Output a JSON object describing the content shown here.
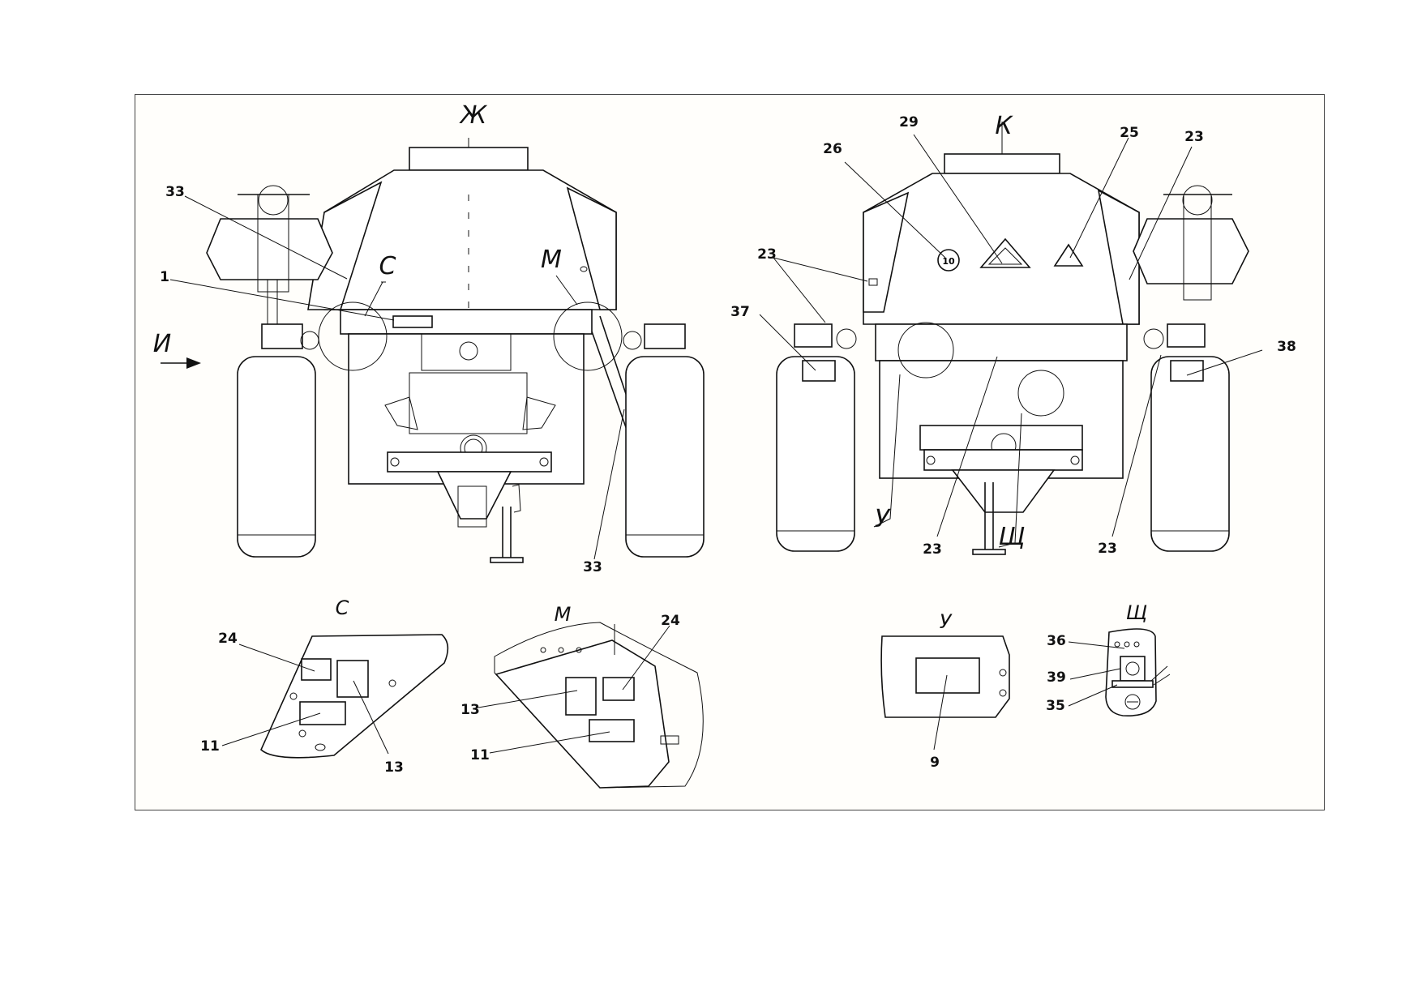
{
  "view_letters": {
    "zh": "Ж",
    "k": "К",
    "i": "И",
    "s": "С",
    "m": "М",
    "u": "У",
    "shch": "Щ"
  },
  "callouts": {
    "c1": "1",
    "c9": "9",
    "c11": "11",
    "c13": "13",
    "c23": "23",
    "c24": "24",
    "c25": "25",
    "c26": "26",
    "c29": "29",
    "c33": "33",
    "c35": "35",
    "c36": "36",
    "c37": "37",
    "c38": "38",
    "c39": "39"
  },
  "sign_26_text": "10",
  "colors": {
    "line": "#111111",
    "paper": "#fffefb",
    "border": "#444444"
  }
}
